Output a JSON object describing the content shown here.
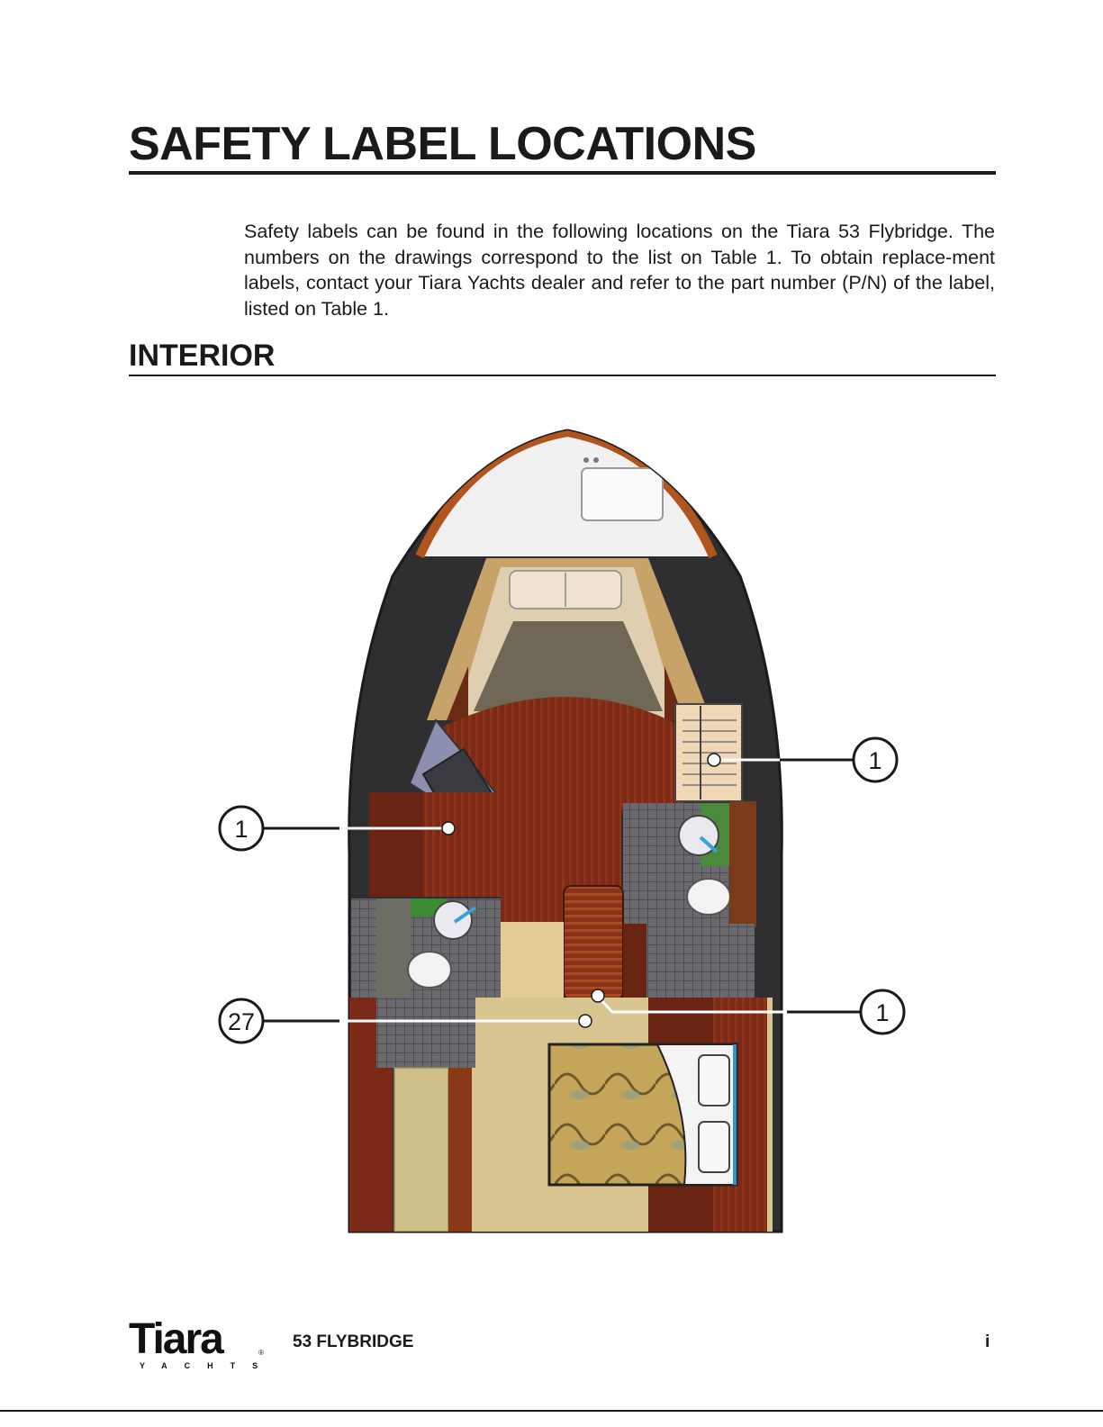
{
  "page": {
    "title": "SAFETY LABEL LOCATIONS",
    "intro": "Safety labels can be found in the following locations on the Tiara 53 Flybridge. The numbers on the drawings correspond to the list on Table 1. To obtain replace-ment labels, contact your Tiara Yachts dealer and refer to the part number (P/N) of the label, listed on Table 1.",
    "section": "INTERIOR"
  },
  "figure": {
    "callouts": [
      "1",
      "1",
      "1",
      "27"
    ]
  },
  "footer": {
    "brand": "Tiara",
    "brand_sub": "YACHTS",
    "model": "53 FLYBRIDGE",
    "page_number": "i"
  },
  "colors": {
    "hull_dark": "#2f2f31",
    "wood": "#7a2a16",
    "wood_light": "#a0441f",
    "carpet": "#d8c58f",
    "tile": "#5a5a5e",
    "text": "#1a1a1a"
  }
}
